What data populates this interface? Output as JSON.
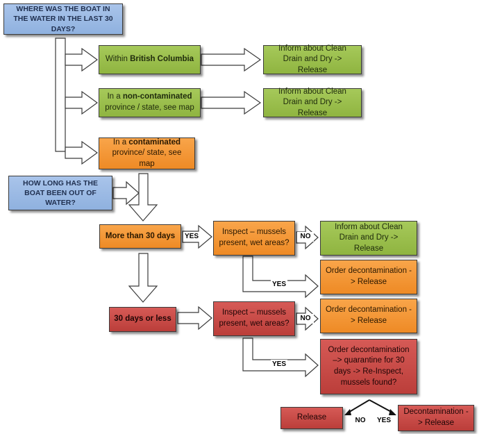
{
  "q1": "WHERE WAS THE BOAT IN THE WATER IN THE LAST 30 DAYS?",
  "q2": "HOW LONG HAS THE BOAT BEEN OUT OF WATER?",
  "bc": {
    "pre": "Within ",
    "bold": "British Columbia"
  },
  "noncont": {
    "pre": "In a ",
    "bold": "non-contaminated",
    "post": "province / state, see map"
  },
  "cont": {
    "pre": "In a ",
    "bold": "contaminated",
    "post": "province/ state, see map"
  },
  "inform1": "Inform about Clean Drain and Dry -> Release",
  "inform2": "Inform about Clean Drain and Dry -> Release",
  "more30": "More than 30 days",
  "less30": "30 days or less",
  "inspect1": "Inspect – mussels present, wet areas?",
  "inspect2": "Inspect – mussels present, wet areas?",
  "inform3": "Inform about Clean Drain and Dry -> Release",
  "decon1": "Order decontamination -> Release",
  "decon2": "Order decontamination -> Release",
  "quarantine": "Order decontamination –> quarantine for 30 days -> Re-Inspect, mussels found?",
  "release": "Release",
  "decon_final": "Decontamination -> Release",
  "labels": {
    "yes": "YES",
    "no": "NO"
  },
  "colors": {
    "blue": "#9ab9e4",
    "green": "#9bbf4b",
    "orange": "#f39533",
    "red": "#c44b47"
  }
}
